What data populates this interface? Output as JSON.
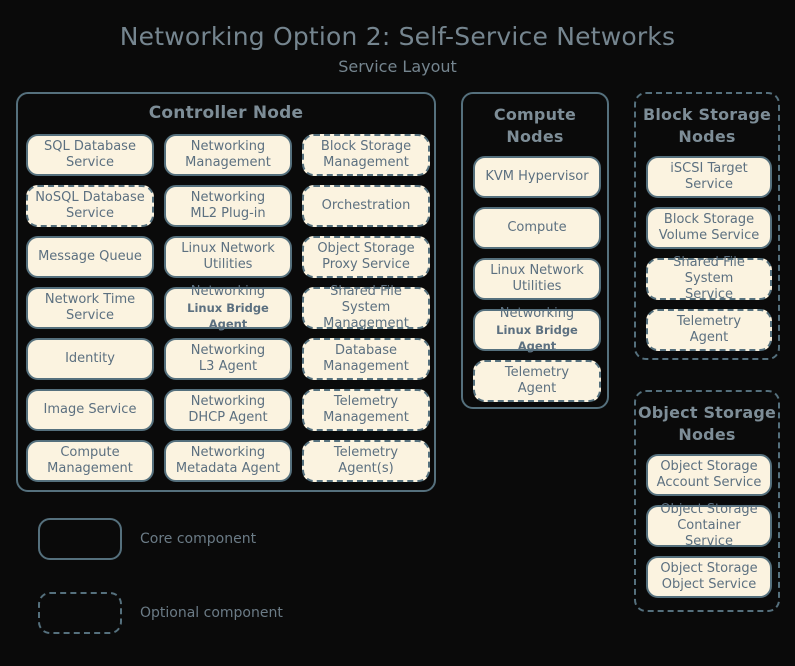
{
  "title": "Networking Option 2: Self-Service Networks",
  "subtitle": "Service Layout",
  "colors": {
    "background": "#0a0a0a",
    "box_fill": "#fbf3e0",
    "border": "#55707d",
    "text": "#5c7080",
    "title_text": "#75858f"
  },
  "controller_node": {
    "title": "Controller Node",
    "columns": [
      {
        "items": [
          {
            "l1": "SQL Database",
            "l2": "Service",
            "optional": false
          },
          {
            "l1": "NoSQL Database",
            "l2": "Service",
            "optional": true
          },
          {
            "l1": "Message Queue",
            "l2": "",
            "optional": false
          },
          {
            "l1": "Network Time",
            "l2": "Service",
            "optional": false
          },
          {
            "l1": "Identity",
            "l2": "",
            "optional": false
          },
          {
            "l1": "Image Service",
            "l2": "",
            "optional": false
          },
          {
            "l1": "Compute",
            "l2": "Management",
            "optional": false
          }
        ]
      },
      {
        "items": [
          {
            "l1": "Networking",
            "l2": "Management",
            "optional": false
          },
          {
            "l1": "Networking",
            "l2": "ML2 Plug-in",
            "optional": false
          },
          {
            "l1": "Linux Network",
            "l2": "Utilities",
            "optional": false
          },
          {
            "l1": "Networking",
            "l2": "Linux Bridge Agent",
            "optional": false,
            "small2": true
          },
          {
            "l1": "Networking",
            "l2": "L3 Agent",
            "optional": false
          },
          {
            "l1": "Networking",
            "l2": "DHCP Agent",
            "optional": false
          },
          {
            "l1": "Networking",
            "l2": "Metadata Agent",
            "optional": false
          }
        ]
      },
      {
        "items": [
          {
            "l1": "Block Storage",
            "l2": "Management",
            "optional": true
          },
          {
            "l1": "Orchestration",
            "l2": "",
            "optional": true
          },
          {
            "l1": "Object Storage",
            "l2": "Proxy Service",
            "optional": true
          },
          {
            "l1": "Shared File System",
            "l2": "Management",
            "optional": true
          },
          {
            "l1": "Database",
            "l2": "Management",
            "optional": true
          },
          {
            "l1": "Telemetry",
            "l2": "Management",
            "optional": true
          },
          {
            "l1": "Telemetry",
            "l2": "Agent(s)",
            "optional": true
          }
        ]
      }
    ]
  },
  "compute_nodes": {
    "title": "Compute Nodes",
    "optional_group": false,
    "items": [
      {
        "l1": "KVM Hypervisor",
        "l2": "",
        "optional": false
      },
      {
        "l1": "Compute",
        "l2": "",
        "optional": false
      },
      {
        "l1": "Linux Network",
        "l2": "Utilities",
        "optional": false
      },
      {
        "l1": "Networking",
        "l2": "Linux Bridge Agent",
        "optional": false,
        "small2": true
      },
      {
        "l1": "Telemetry",
        "l2": "Agent",
        "optional": true
      }
    ]
  },
  "block_storage_nodes": {
    "title": "Block Storage Nodes",
    "optional_group": true,
    "items": [
      {
        "l1": "iSCSI Target",
        "l2": "Service",
        "optional": false
      },
      {
        "l1": "Block Storage",
        "l2": "Volume Service",
        "optional": false
      },
      {
        "l1": "Shared File System",
        "l2": "Service",
        "optional": true
      },
      {
        "l1": "Telemetry",
        "l2": "Agent",
        "optional": true
      }
    ]
  },
  "object_storage_nodes": {
    "title": "Object Storage Nodes",
    "optional_group": true,
    "items": [
      {
        "l1": "Object Storage",
        "l2": "Account Service",
        "optional": false
      },
      {
        "l1": "Object Storage",
        "l2": "Container Service",
        "optional": false
      },
      {
        "l1": "Object Storage",
        "l2": "Object Service",
        "optional": false
      }
    ]
  },
  "legend": {
    "items": [
      {
        "label": "Core component",
        "style": "solid"
      },
      {
        "label": "Optional component",
        "style": "dashed"
      }
    ]
  }
}
